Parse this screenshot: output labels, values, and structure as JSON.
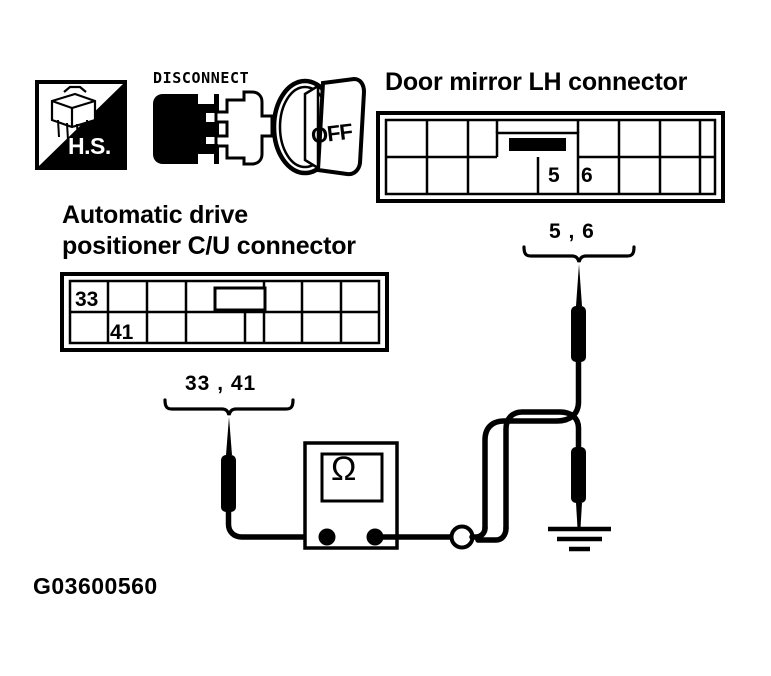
{
  "diagram": {
    "caption": "G03600560",
    "icons": {
      "hs": {
        "label": "H.S.",
        "name": "hands-free-symbol-icon"
      },
      "disconnect": {
        "label": "DISCONNECT",
        "name": "disconnect-connector-icon"
      },
      "ignition": {
        "label": "OFF",
        "name": "ignition-switch-off-icon"
      }
    },
    "connectors": [
      {
        "id": "door-mirror-lh",
        "title": "Door mirror LH connector",
        "rows": 2,
        "columns": 8,
        "latch": {
          "type": "filled-bar",
          "row": 0,
          "col": 4
        },
        "pins": [
          {
            "label": "5",
            "row": 1,
            "col": 4
          },
          {
            "label": "6",
            "row": 1,
            "col": 5
          }
        ]
      },
      {
        "id": "automatic-drive-positioner-cu",
        "title_line1": "Automatic drive",
        "title_line2": "positioner C/U connector",
        "rows": 2,
        "columns": 8,
        "latch": {
          "type": "outline-box",
          "row": 0,
          "col": 4
        },
        "pins": [
          {
            "label": "33",
            "row": 0,
            "col": 0
          },
          {
            "label": "41",
            "row": 1,
            "col": 1
          }
        ]
      }
    ],
    "probe_brackets": [
      {
        "id": "right-bracket",
        "label": "5 , 6",
        "connects_to": "door-mirror-lh"
      },
      {
        "id": "left-bracket",
        "label": "33 , 41",
        "connects_to": "automatic-drive-positioner-cu"
      }
    ],
    "meter": {
      "type": "ohmmeter",
      "display_symbol": "Ω",
      "terminals": 2
    },
    "ground": {
      "symbol": "chassis-ground",
      "name": "ground-symbol"
    },
    "junction": {
      "type": "open-circle",
      "name": "wire-junction-node"
    },
    "colors": {
      "ink": "#000000",
      "paper": "#ffffff"
    }
  }
}
